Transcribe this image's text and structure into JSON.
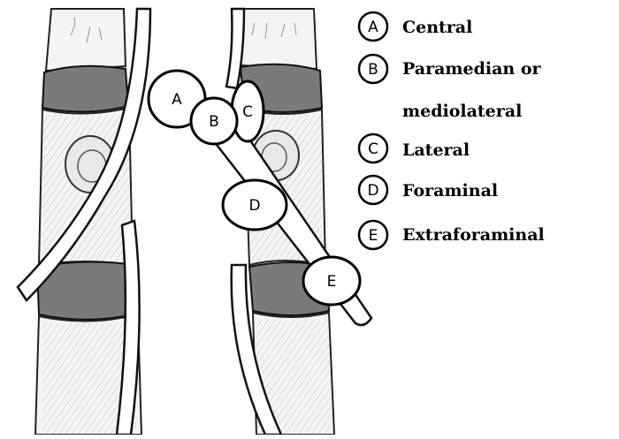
{
  "diagram": {
    "positions": [
      {
        "letter": "A"
      },
      {
        "letter": "B"
      },
      {
        "letter": "C"
      },
      {
        "letter": "D"
      },
      {
        "letter": "E"
      }
    ]
  },
  "legend": {
    "items": [
      {
        "letter": "A",
        "text": "Central"
      },
      {
        "letter": "B",
        "text": "Paramedian or"
      },
      {
        "letter": "",
        "text": "mediolateral"
      },
      {
        "letter": "C",
        "text": "Lateral"
      },
      {
        "letter": "D",
        "text": "Foraminal"
      },
      {
        "letter": "E",
        "text": "Extraforaminal"
      }
    ]
  }
}
